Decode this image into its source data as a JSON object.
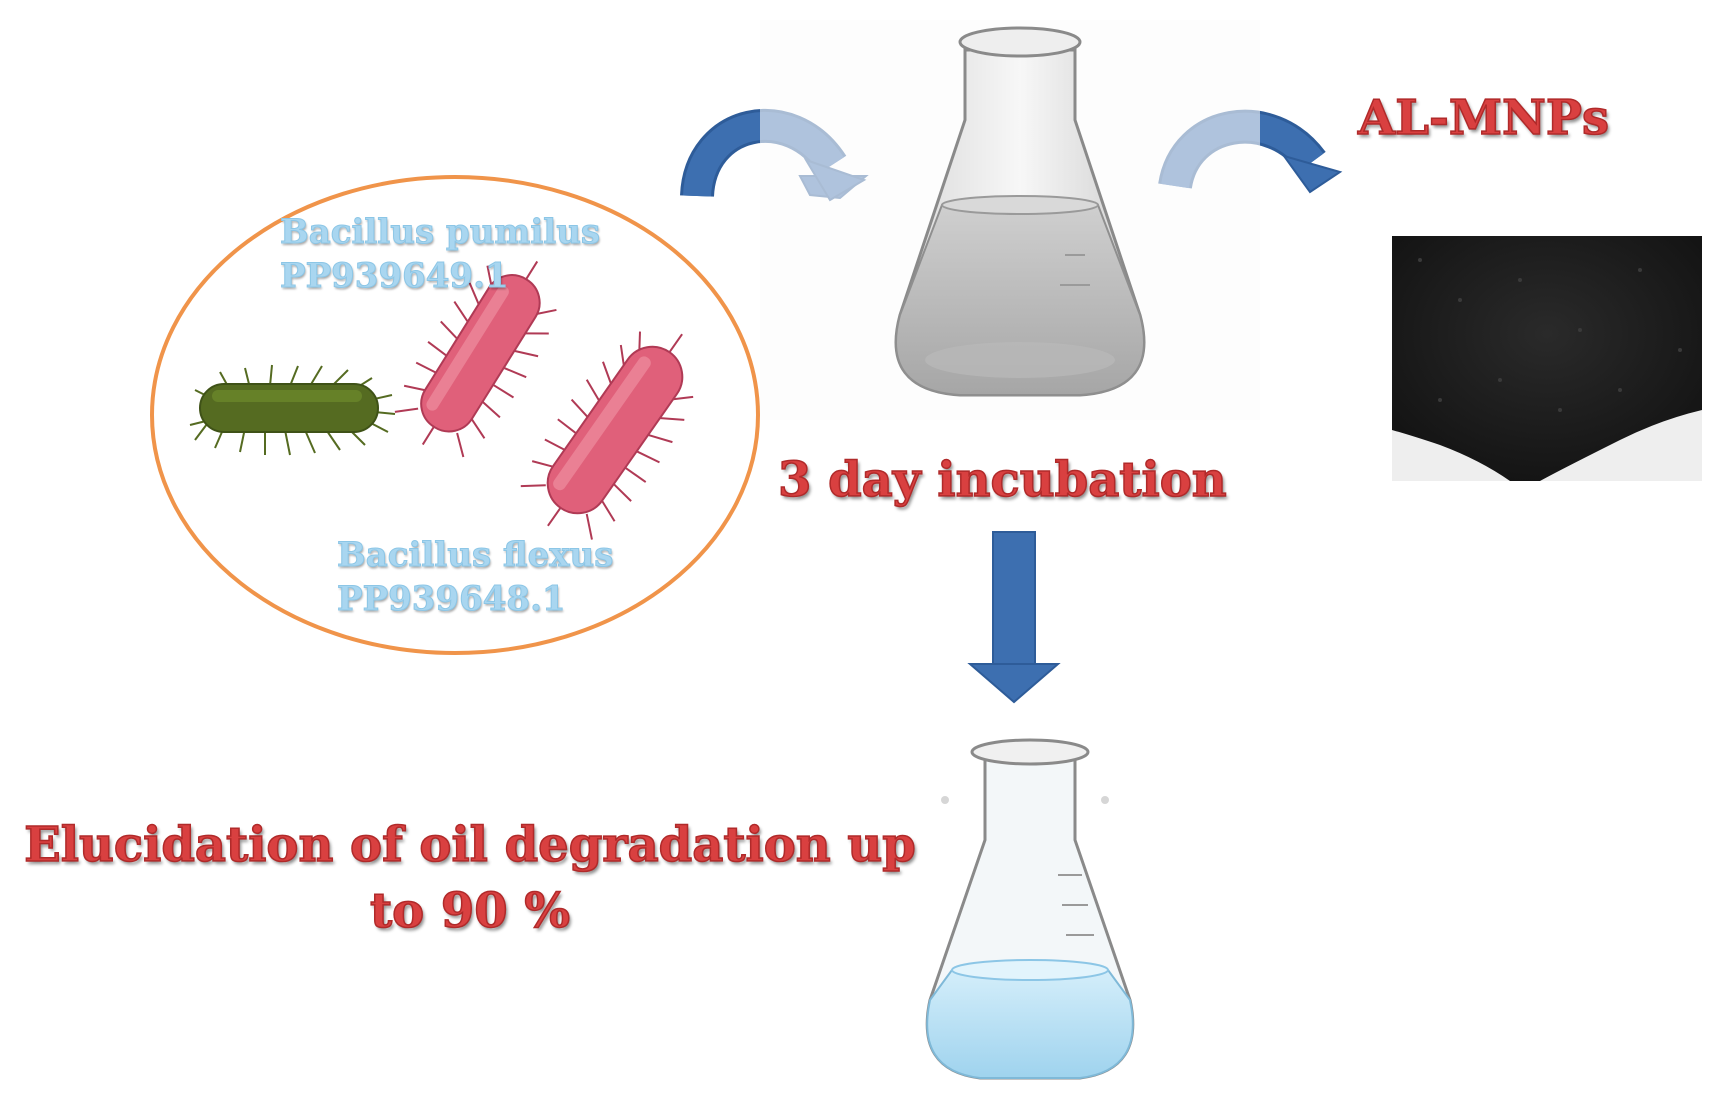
{
  "bacteria": {
    "species1": {
      "name": "Bacillus pumilus",
      "accession": "PP939649.1"
    },
    "species2": {
      "name": "Bacillus flexus",
      "accession": "PP939648.1"
    }
  },
  "steps": {
    "incubation": "3 day incubation",
    "product": "AL-MNPs",
    "result": "Elucidation of oil degradation up to 90 %"
  },
  "colors": {
    "arrow": "#3d6fb0",
    "label_red": "#d94040",
    "species_label": "#a9d6f0",
    "ellipse_outline": "#f0944a",
    "bacterium_green": "#556b21",
    "bacterium_pink": "#e0607a",
    "flask_liquid_gray": "#b5b5b5",
    "flask_liquid_blue": "#bfe4f5",
    "powder": "#1e1e1e"
  },
  "icons": [
    "curved-arrow-icon",
    "down-arrow-icon",
    "flask-icon",
    "bacterium-icon"
  ]
}
